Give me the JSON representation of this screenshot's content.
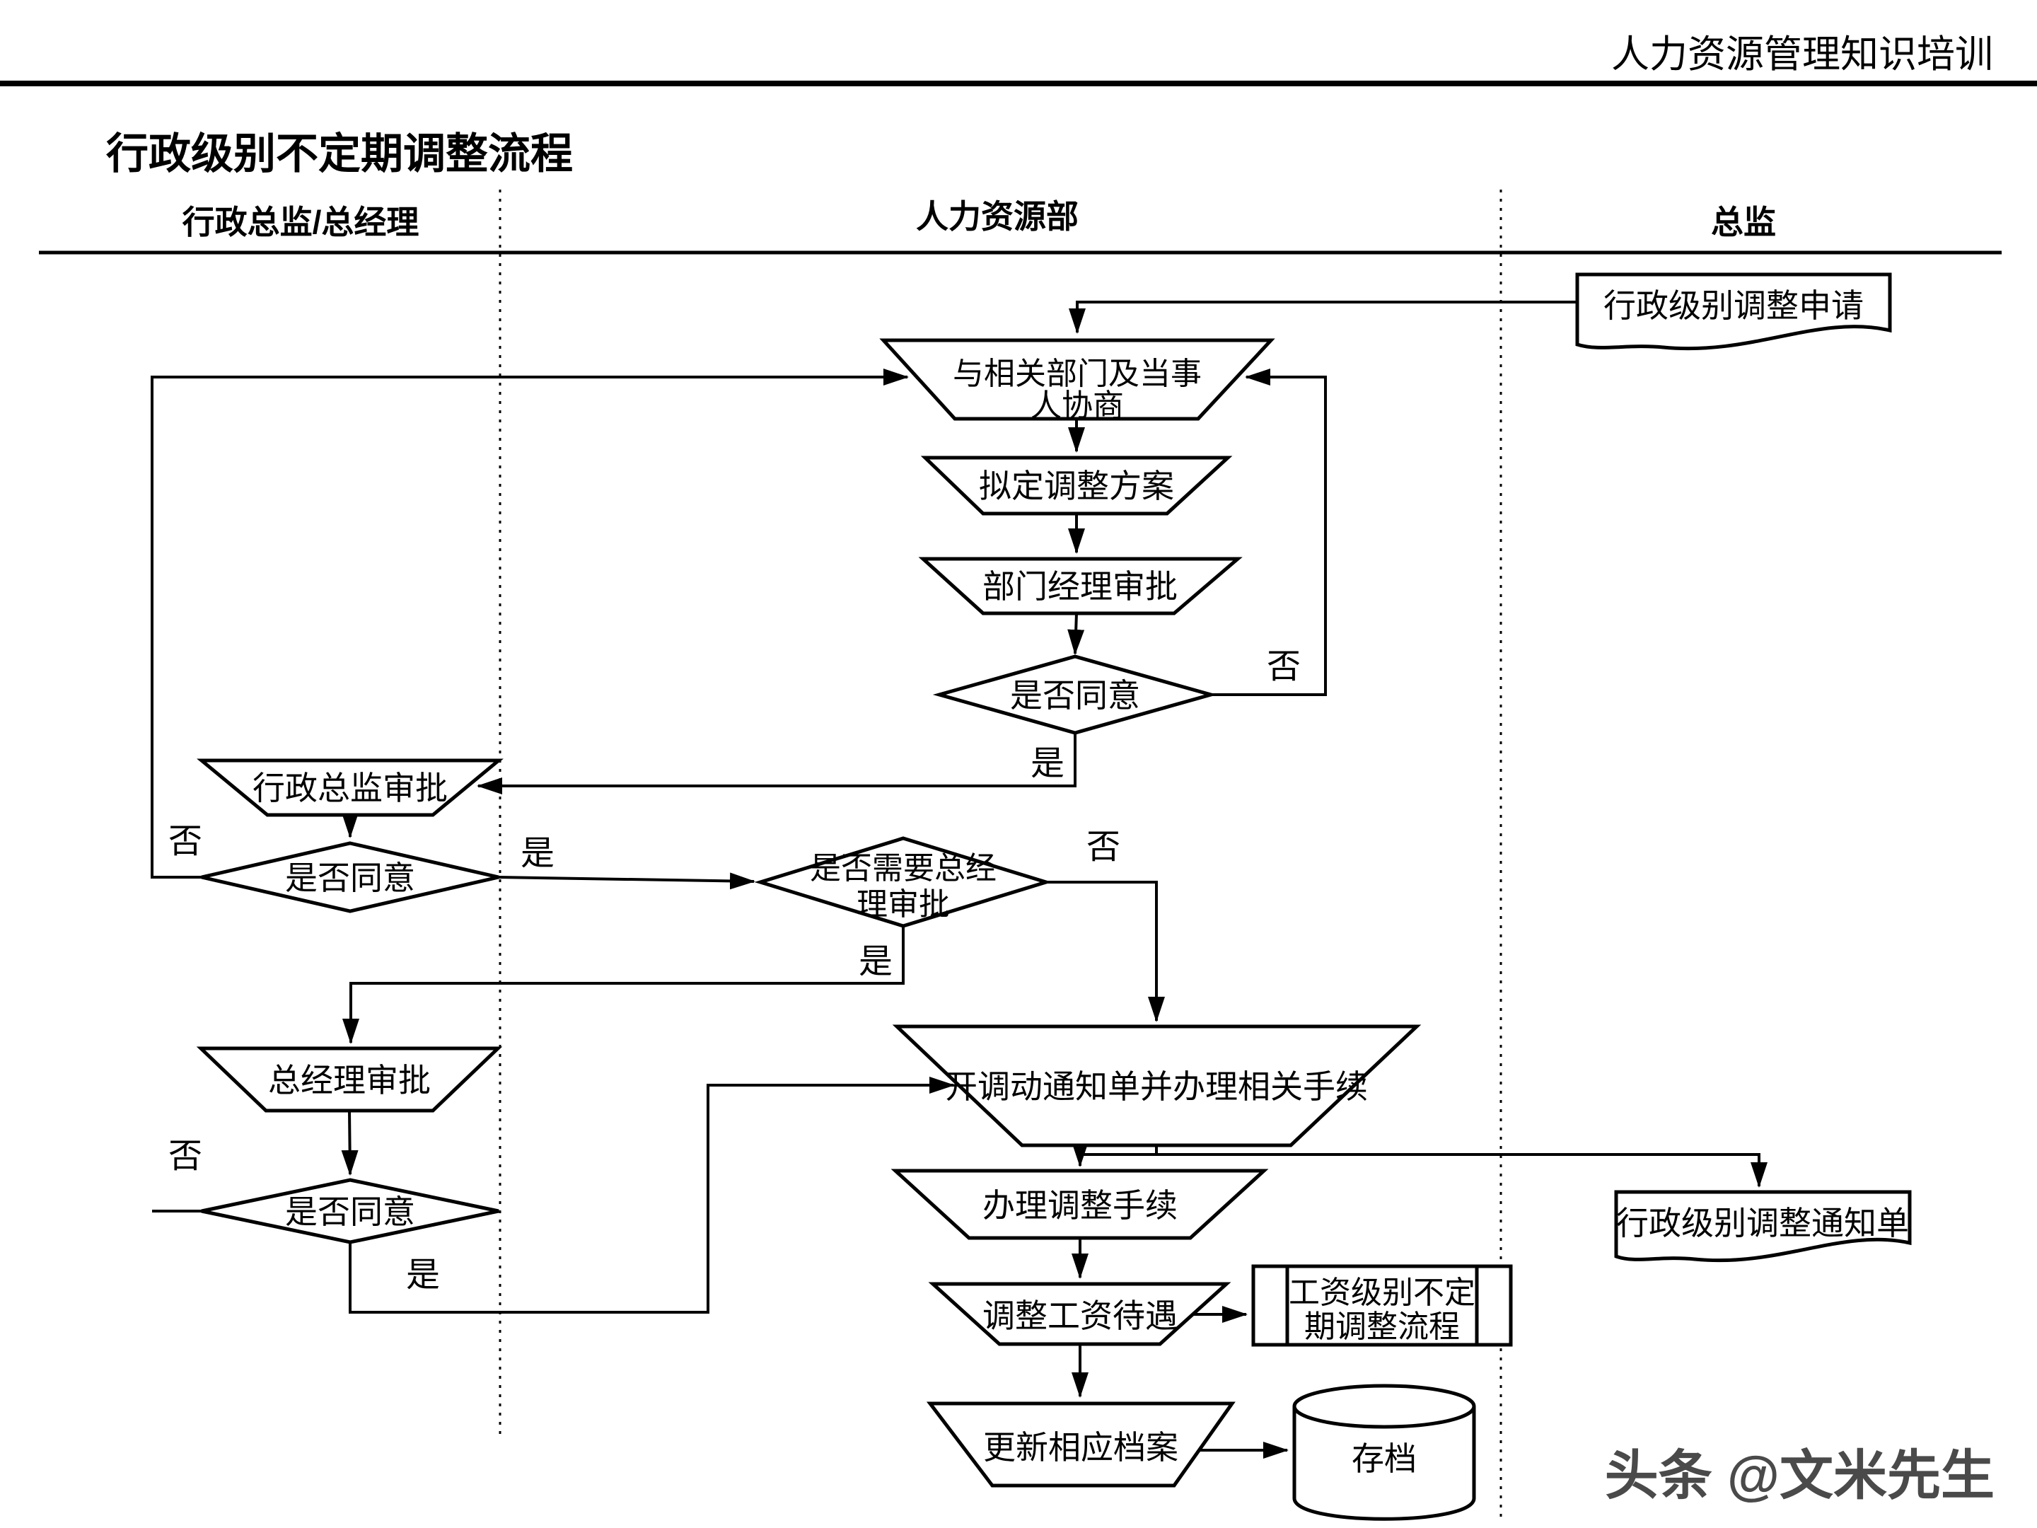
{
  "header": {
    "training_title": "人力资源管理知识培训"
  },
  "page_title": "行政级别不定期调整流程",
  "lanes": {
    "lane1": "行政总监/总经理",
    "lane2": "人力资源部",
    "lane3": "总监"
  },
  "nodes": {
    "apply_doc": "行政级别调整申请",
    "negotiate_line1": "与相关部门及当事",
    "negotiate_line2": "人协商",
    "draft_plan": "拟定调整方案",
    "dept_manager_approve": "部门经理审批",
    "agree1": "是否同意",
    "admin_director_approve": "行政总监审批",
    "agree2": "是否同意",
    "need_gm_line1": "是否需要总经",
    "need_gm_line2": "理审批",
    "gm_approve": "总经理审批",
    "agree3": "是否同意",
    "issue_notice": "开调动通知单并办理相关手续",
    "notice_doc": "行政级别调整通知单",
    "handle_adjust": "办理调整手续",
    "adjust_salary": "调整工资待遇",
    "salary_process_line1": "工资级别不定",
    "salary_process_line2": "期调整流程",
    "update_files": "更新相应档案",
    "archive": "存档"
  },
  "edge_labels": {
    "no1": "否",
    "yes1": "是",
    "no2": "否",
    "yes2": "是",
    "no3": "否",
    "yes3": "是",
    "no4": "否",
    "yes4": "是"
  },
  "watermark": "头条 @文米先生",
  "colors": {
    "shape_gray": "#e8e8e8",
    "process_green": "#22dd22",
    "line": "#000000"
  }
}
